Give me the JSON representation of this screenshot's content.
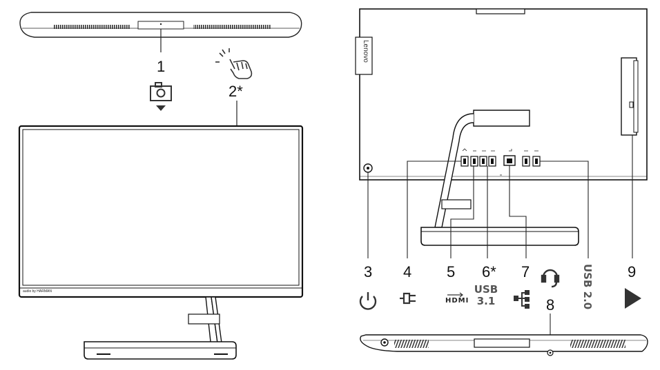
{
  "left_view": {
    "camera_callout": "1",
    "touch_callout": "2*",
    "screen_brand": "audio by HARMAN"
  },
  "right_view": {
    "brand_logo": "Lenovo",
    "callouts": {
      "power": "3",
      "power_in": "4",
      "hdmi_out": "5",
      "usb31": "6*",
      "ethernet": "7",
      "audio": "8",
      "optical": "9"
    },
    "hdmi_label": "HDMI",
    "usb31_label_top": "USB",
    "usb31_label_bottom": "3.1",
    "usb20_label": "USB 2.0"
  },
  "icons": [
    "camera-icon",
    "touch-gesture-icon",
    "power-icon",
    "power-plug-icon",
    "hdmi-icon",
    "network-icon",
    "headset-icon",
    "eject-arrow-icon"
  ]
}
